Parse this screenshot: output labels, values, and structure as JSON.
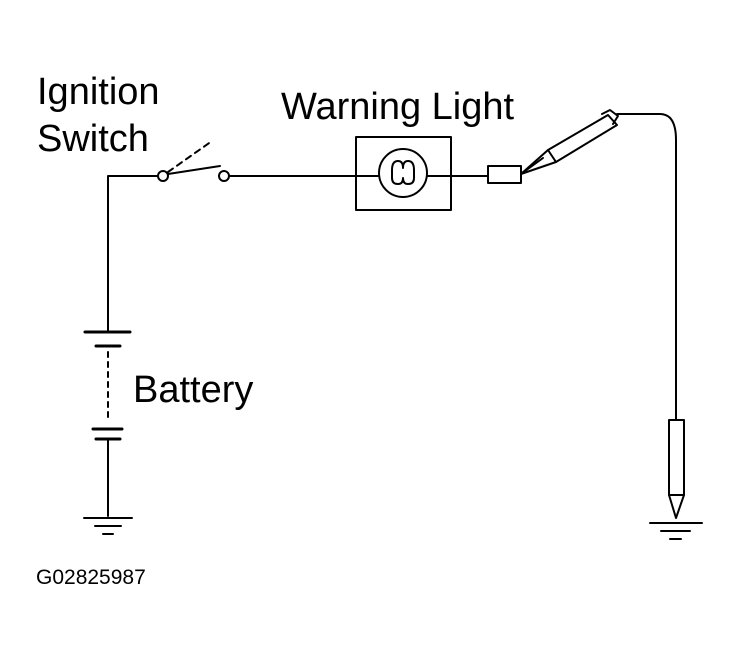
{
  "labels": {
    "ignition_switch_line1": "Ignition",
    "ignition_switch_line2": "Switch",
    "warning_light": "Warning Light",
    "battery": "Battery",
    "figure_code": "G02825987"
  },
  "colors": {
    "line": "#000000",
    "background": "#ffffff"
  },
  "components": {
    "switch": "ignition-switch-open",
    "lamp": "warning-lamp-bulb",
    "battery": "battery-cell",
    "probe": "test-probe",
    "grounds": [
      "ground-symbol-left",
      "ground-symbol-right"
    ]
  }
}
